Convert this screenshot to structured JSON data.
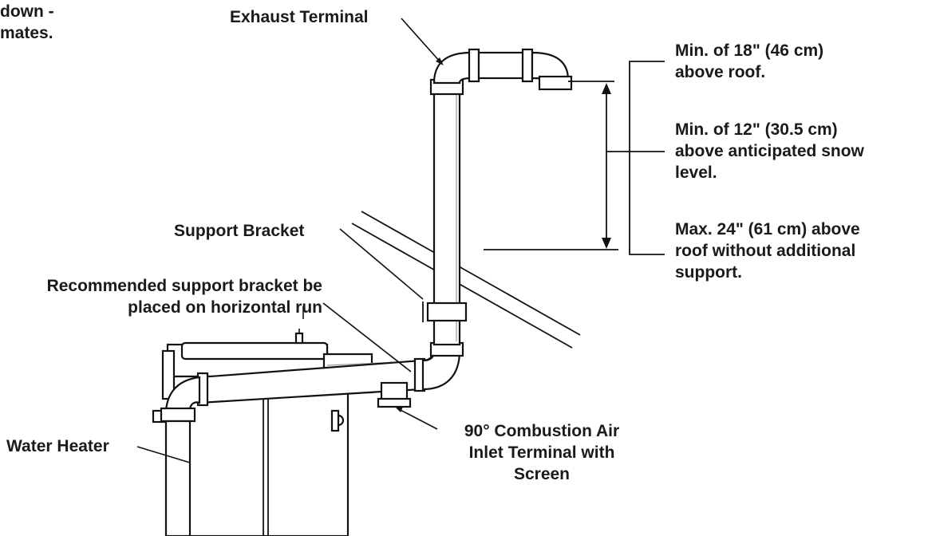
{
  "labels": {
    "top_left_fragment": [
      "down -",
      "mates."
    ],
    "exhaust_terminal": "Exhaust Terminal",
    "clearance_above_roof": [
      "Min. of 18\" (46 cm)",
      "above roof."
    ],
    "clearance_above_snow": [
      "Min. of 12\" (30.5 cm)",
      "above anticipated snow",
      "level."
    ],
    "max_above_roof": [
      "Max. 24\" (61 cm) above",
      "roof without additional",
      "support."
    ],
    "support_bracket": "Support Bracket",
    "recommended_bracket": [
      "Recommended support bracket be",
      "placed on horizontal run"
    ],
    "water_heater": "Water Heater",
    "inlet_terminal": [
      "90° Combustion Air",
      "Inlet Terminal with",
      "Screen"
    ]
  },
  "colors": {
    "line": "#111111",
    "text": "#1a1a1a",
    "background": "#ffffff"
  }
}
